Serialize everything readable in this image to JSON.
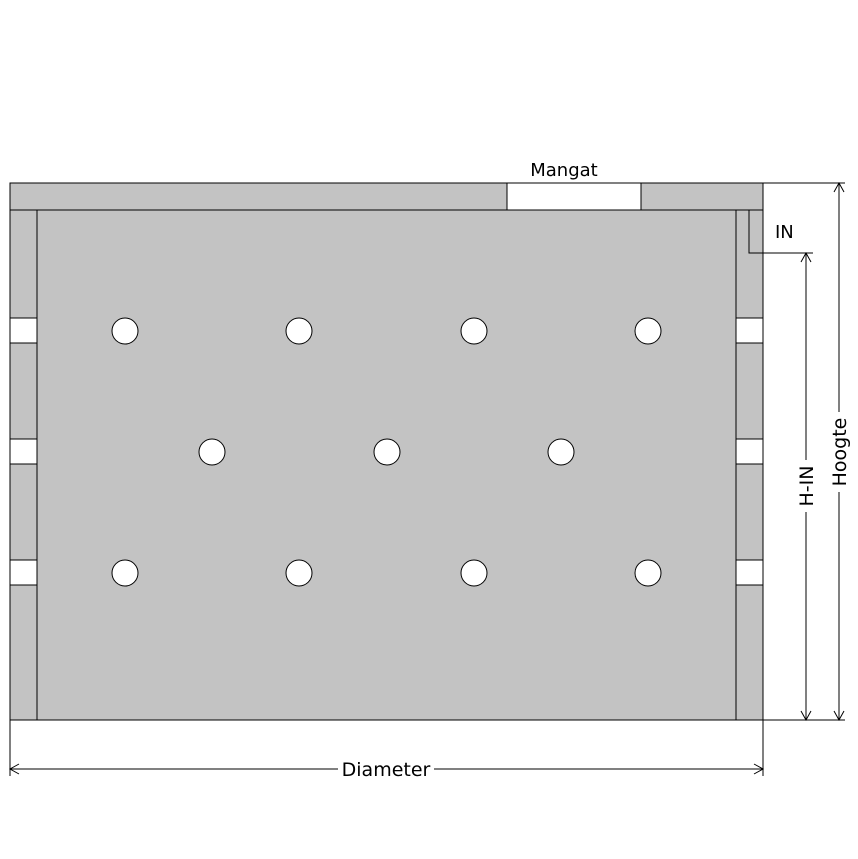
{
  "labels": {
    "manhole": "Mangat",
    "inlet": "IN",
    "height_minus_inlet": "H-IN",
    "height": "Hoogte",
    "diameter": "Diameter"
  },
  "colors": {
    "tank_fill": "#c3c3c3",
    "stroke": "#000000",
    "openings": "#ffffff"
  },
  "openings": {
    "rows": [
      4,
      3,
      4
    ],
    "wall_slots_per_side": 3,
    "manhole_count": 1
  }
}
